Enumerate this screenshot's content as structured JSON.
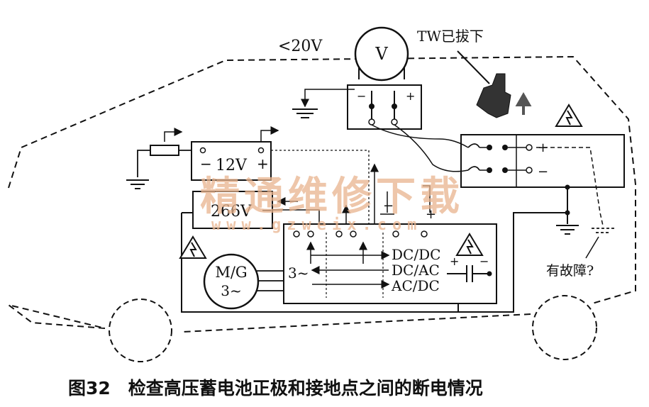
{
  "labels": {
    "voltage_limit": "<20V",
    "voltmeter": "V",
    "tw_status": "TW已拔下",
    "battery_12v": "12V",
    "battery_266v": "266V",
    "motor_generator_line1": "M/G",
    "motor_generator_line2": "3~",
    "inverter_ac": "3~",
    "dcdc": "DC/DC",
    "dcac": "DC/AC",
    "acdc": "AC/DC",
    "fault_question": "有故障?",
    "plus": "+",
    "minus": "−"
  },
  "caption": "图32　检查高压蓄电池正极和接地点之间的断电情况",
  "watermark": {
    "title": "精通维修下载",
    "url": "www.gzweix.com"
  },
  "colors": {
    "line": "#111111",
    "watermark": "#e9b48e",
    "background": "#ffffff"
  }
}
